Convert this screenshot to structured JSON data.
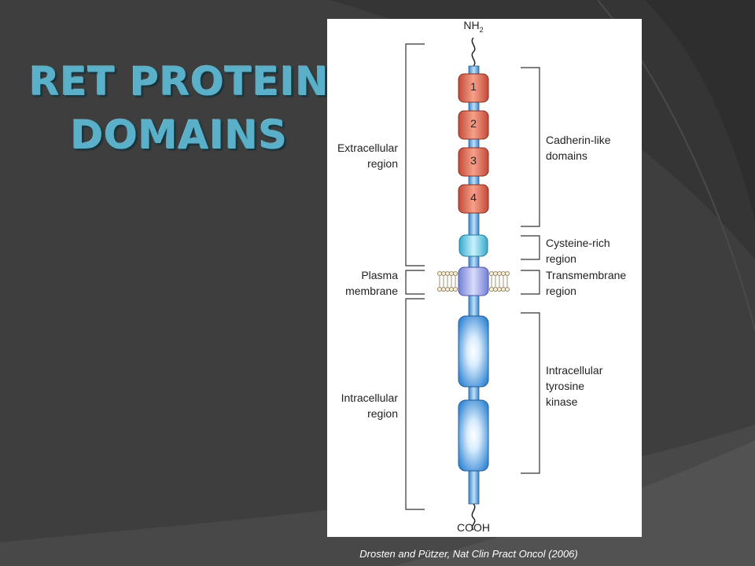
{
  "slide": {
    "title_lines": [
      "RET PROTEIN",
      "DOMAINS"
    ],
    "citation": "Drosten and Pützer, Nat Clin Pract Oncol (2006)"
  },
  "diagram": {
    "n_terminus": "NH",
    "n_terminus_sub": "2",
    "c_terminus": "COOH",
    "cadherin_numbers": [
      "1",
      "2",
      "3",
      "4"
    ],
    "left_labels": {
      "extracellular": [
        "Extracellular",
        "region"
      ],
      "plasma": [
        "Plasma",
        "membrane"
      ],
      "intracellular": [
        "Intracellular",
        "region"
      ]
    },
    "right_labels": {
      "cadherin": [
        "Cadherin-like",
        "domains"
      ],
      "cysteine": [
        "Cysteine-rich",
        "region"
      ],
      "transmembrane": [
        "Transmembrane",
        "region"
      ],
      "kinase": [
        "Intracellular",
        "tyrosine",
        "kinase"
      ]
    },
    "colors": {
      "cadherin": "#e0705a",
      "cysteine": "#6cd0e8",
      "transmembrane": "#9aa4e8",
      "kinase": "#4a9ee0",
      "backbone": "#6aaee8"
    }
  }
}
